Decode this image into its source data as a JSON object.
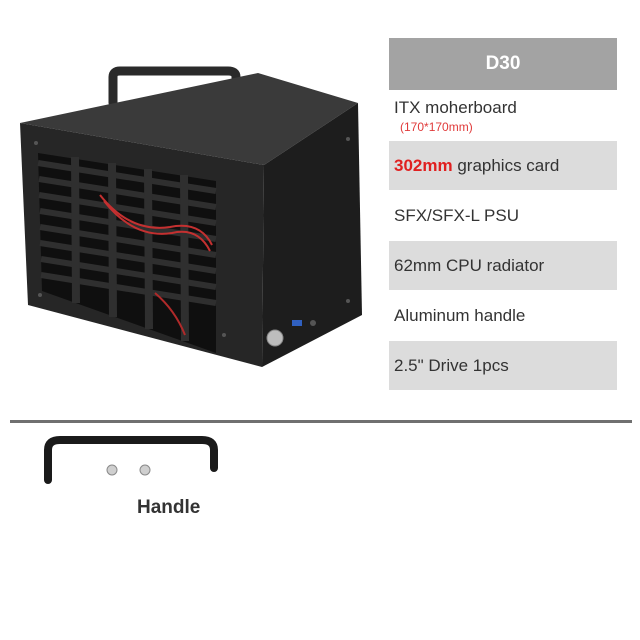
{
  "spec_table": {
    "header": "D30",
    "rows": [
      {
        "text": "ITX moherboard",
        "sub": "(170*170mm)"
      },
      {
        "highlight": "302mm",
        "text": " graphics card"
      },
      {
        "text": "SFX/SFX-L PSU"
      },
      {
        "text": "62mm CPU radiator"
      },
      {
        "text": "Aluminum handle"
      },
      {
        "text": "2.5\" Drive 1pcs"
      }
    ]
  },
  "accessory": {
    "label": "Handle"
  },
  "colors": {
    "header_bg": "#a3a3a3",
    "row_alt": "#dcdcdc",
    "highlight": "#e02020",
    "divider": "#707070"
  }
}
